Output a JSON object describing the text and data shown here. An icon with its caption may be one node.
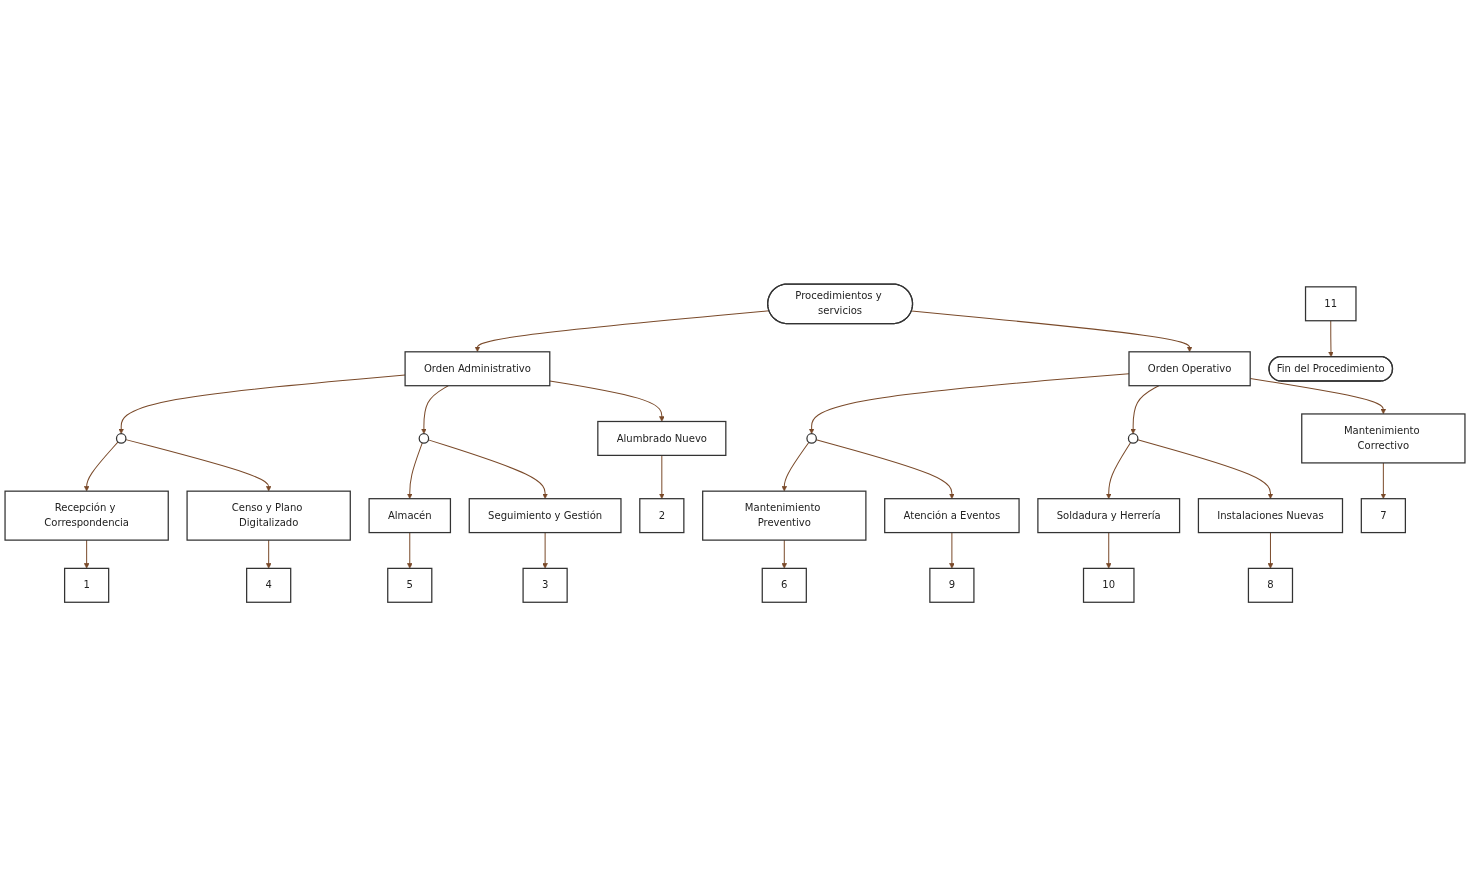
{
  "diagram": {
    "nodes": [
      {
        "text": [
          "Procedimientos y servicios"
        ]
      },
      {
        "text": [
          "Orden Administrativo"
        ]
      },
      {
        "text": [],
        "shape": "circle"
      },
      {
        "text": [],
        "shape": "circle"
      },
      {
        "text": [
          "Orden Operativo"
        ]
      },
      {
        "text": [],
        "shape": "circle"
      },
      {
        "text": [],
        "shape": "circle"
      },
      {
        "text": [
          "Recepción y Correspondencia"
        ]
      },
      {
        "text": [
          "Alumbrado Nuevo"
        ]
      },
      {
        "text": [
          "Seguimiento y Gestión"
        ]
      },
      {
        "text": [
          "Censo y Plano Digitalizado"
        ]
      },
      {
        "text": [
          "Almacén"
        ]
      },
      {
        "text": [
          "Mantenimiento Preventivo"
        ]
      },
      {
        "text": [
          "Mantenimiento Correctivo"
        ]
      },
      {
        "text": [
          "Instalaciones Nuevas"
        ]
      },
      {
        "text": [
          "Atención a Eventos"
        ]
      },
      {
        "text": [
          "Soldadura y Herrería"
        ]
      },
      {
        "text": [
          "1"
        ]
      },
      {
        "text": [
          "4"
        ]
      },
      {
        "text": [
          "2"
        ]
      },
      {
        "text": [
          "5"
        ]
      },
      {
        "text": [
          "3"
        ]
      },
      {
        "text": [
          "6"
        ]
      },
      {
        "text": [
          "9"
        ]
      },
      {
        "text": [
          "7"
        ]
      },
      {
        "text": [
          "10"
        ]
      },
      {
        "text": [
          "8"
        ]
      },
      {
        "text": [
          "11"
        ]
      },
      {
        "text": [
          "Fin del Procedimiento"
        ]
      }
    ],
    "edges": [
      {
        "from": 0,
        "to": 1,
        "arrow": "to"
      },
      {
        "from": 0,
        "to": 4,
        "arrow": "to"
      },
      {
        "from": 1,
        "to": 2,
        "arrow": "to"
      },
      {
        "from": 1,
        "to": 3,
        "arrow": "to"
      },
      {
        "from": 4,
        "to": 5,
        "arrow": "to"
      },
      {
        "from": 4,
        "to": 6,
        "arrow": "to"
      },
      {
        "from": 2,
        "to": 7,
        "arrow": "to"
      },
      {
        "from": 2,
        "to": 10,
        "arrow": "to"
      },
      {
        "from": 1,
        "to": 8,
        "arrow": "to"
      },
      {
        "from": 3,
        "to": 11,
        "arrow": "to"
      },
      {
        "from": 3,
        "to": 9,
        "arrow": "to"
      },
      {
        "from": 5,
        "to": 12,
        "arrow": "to"
      },
      {
        "from": 5,
        "to": 15,
        "arrow": "to"
      },
      {
        "from": 4,
        "to": 13,
        "arrow": "to"
      },
      {
        "from": 6,
        "to": 16,
        "arrow": "to"
      },
      {
        "from": 6,
        "to": 14,
        "arrow": "to"
      },
      {
        "from": 7,
        "to": 17,
        "arrow": "to"
      },
      {
        "from": 10,
        "to": 18,
        "arrow": "to"
      },
      {
        "from": 8,
        "to": 19,
        "arrow": "to"
      },
      {
        "from": 11,
        "to": 20,
        "arrow": "to"
      },
      {
        "from": 9,
        "to": 21,
        "arrow": "to"
      },
      {
        "from": 12,
        "to": 22,
        "arrow": "to"
      },
      {
        "from": 15,
        "to": 23,
        "arrow": "to"
      },
      {
        "from": 13,
        "to": 24,
        "arrow": "to"
      },
      {
        "from": 16,
        "to": 25,
        "arrow": "to"
      },
      {
        "from": 14,
        "to": 26,
        "arrow": "to"
      },
      {
        "from": 27,
        "to": 28,
        "arrow": "to"
      }
    ]
  }
}
